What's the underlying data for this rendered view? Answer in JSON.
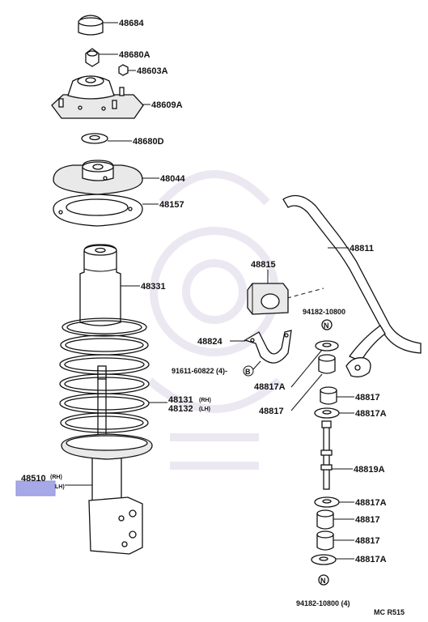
{
  "labels": {
    "p48684": "48684",
    "p48680A": "48680A",
    "p48603A": "48603A",
    "p48609A": "48609A",
    "p48680D": "48680D",
    "p48044": "48044",
    "p48157": "48157",
    "p48331": "48331",
    "p48131": "48131",
    "p48131_side": "(RH)",
    "p48132": "48132",
    "p48132_side": "(LH)",
    "p48510": "48510",
    "p48510_side": "(RH)",
    "p48510_side_lh": "LH)",
    "p48811": "48811",
    "p48815": "48815",
    "p48824": "48824",
    "p91611": "91611-60822 (4)-",
    "p91611_circle": "B",
    "p94182_top": "94182-10800",
    "n_top": "N",
    "p48817A_1": "48817A",
    "p48817_1": "48817",
    "p48817_2": "48817",
    "p48817A_2": "48817A",
    "p48819A": "48819A",
    "p48817A_3": "48817A",
    "p48817_3": "48817",
    "p48817_4": "48817",
    "p48817A_4": "48817A",
    "n_bottom": "N",
    "p94182_bottom": "94182-10800 (4)",
    "code": "MC R515"
  },
  "highlight_color": "#a7a8e8",
  "line_color": "#111111"
}
